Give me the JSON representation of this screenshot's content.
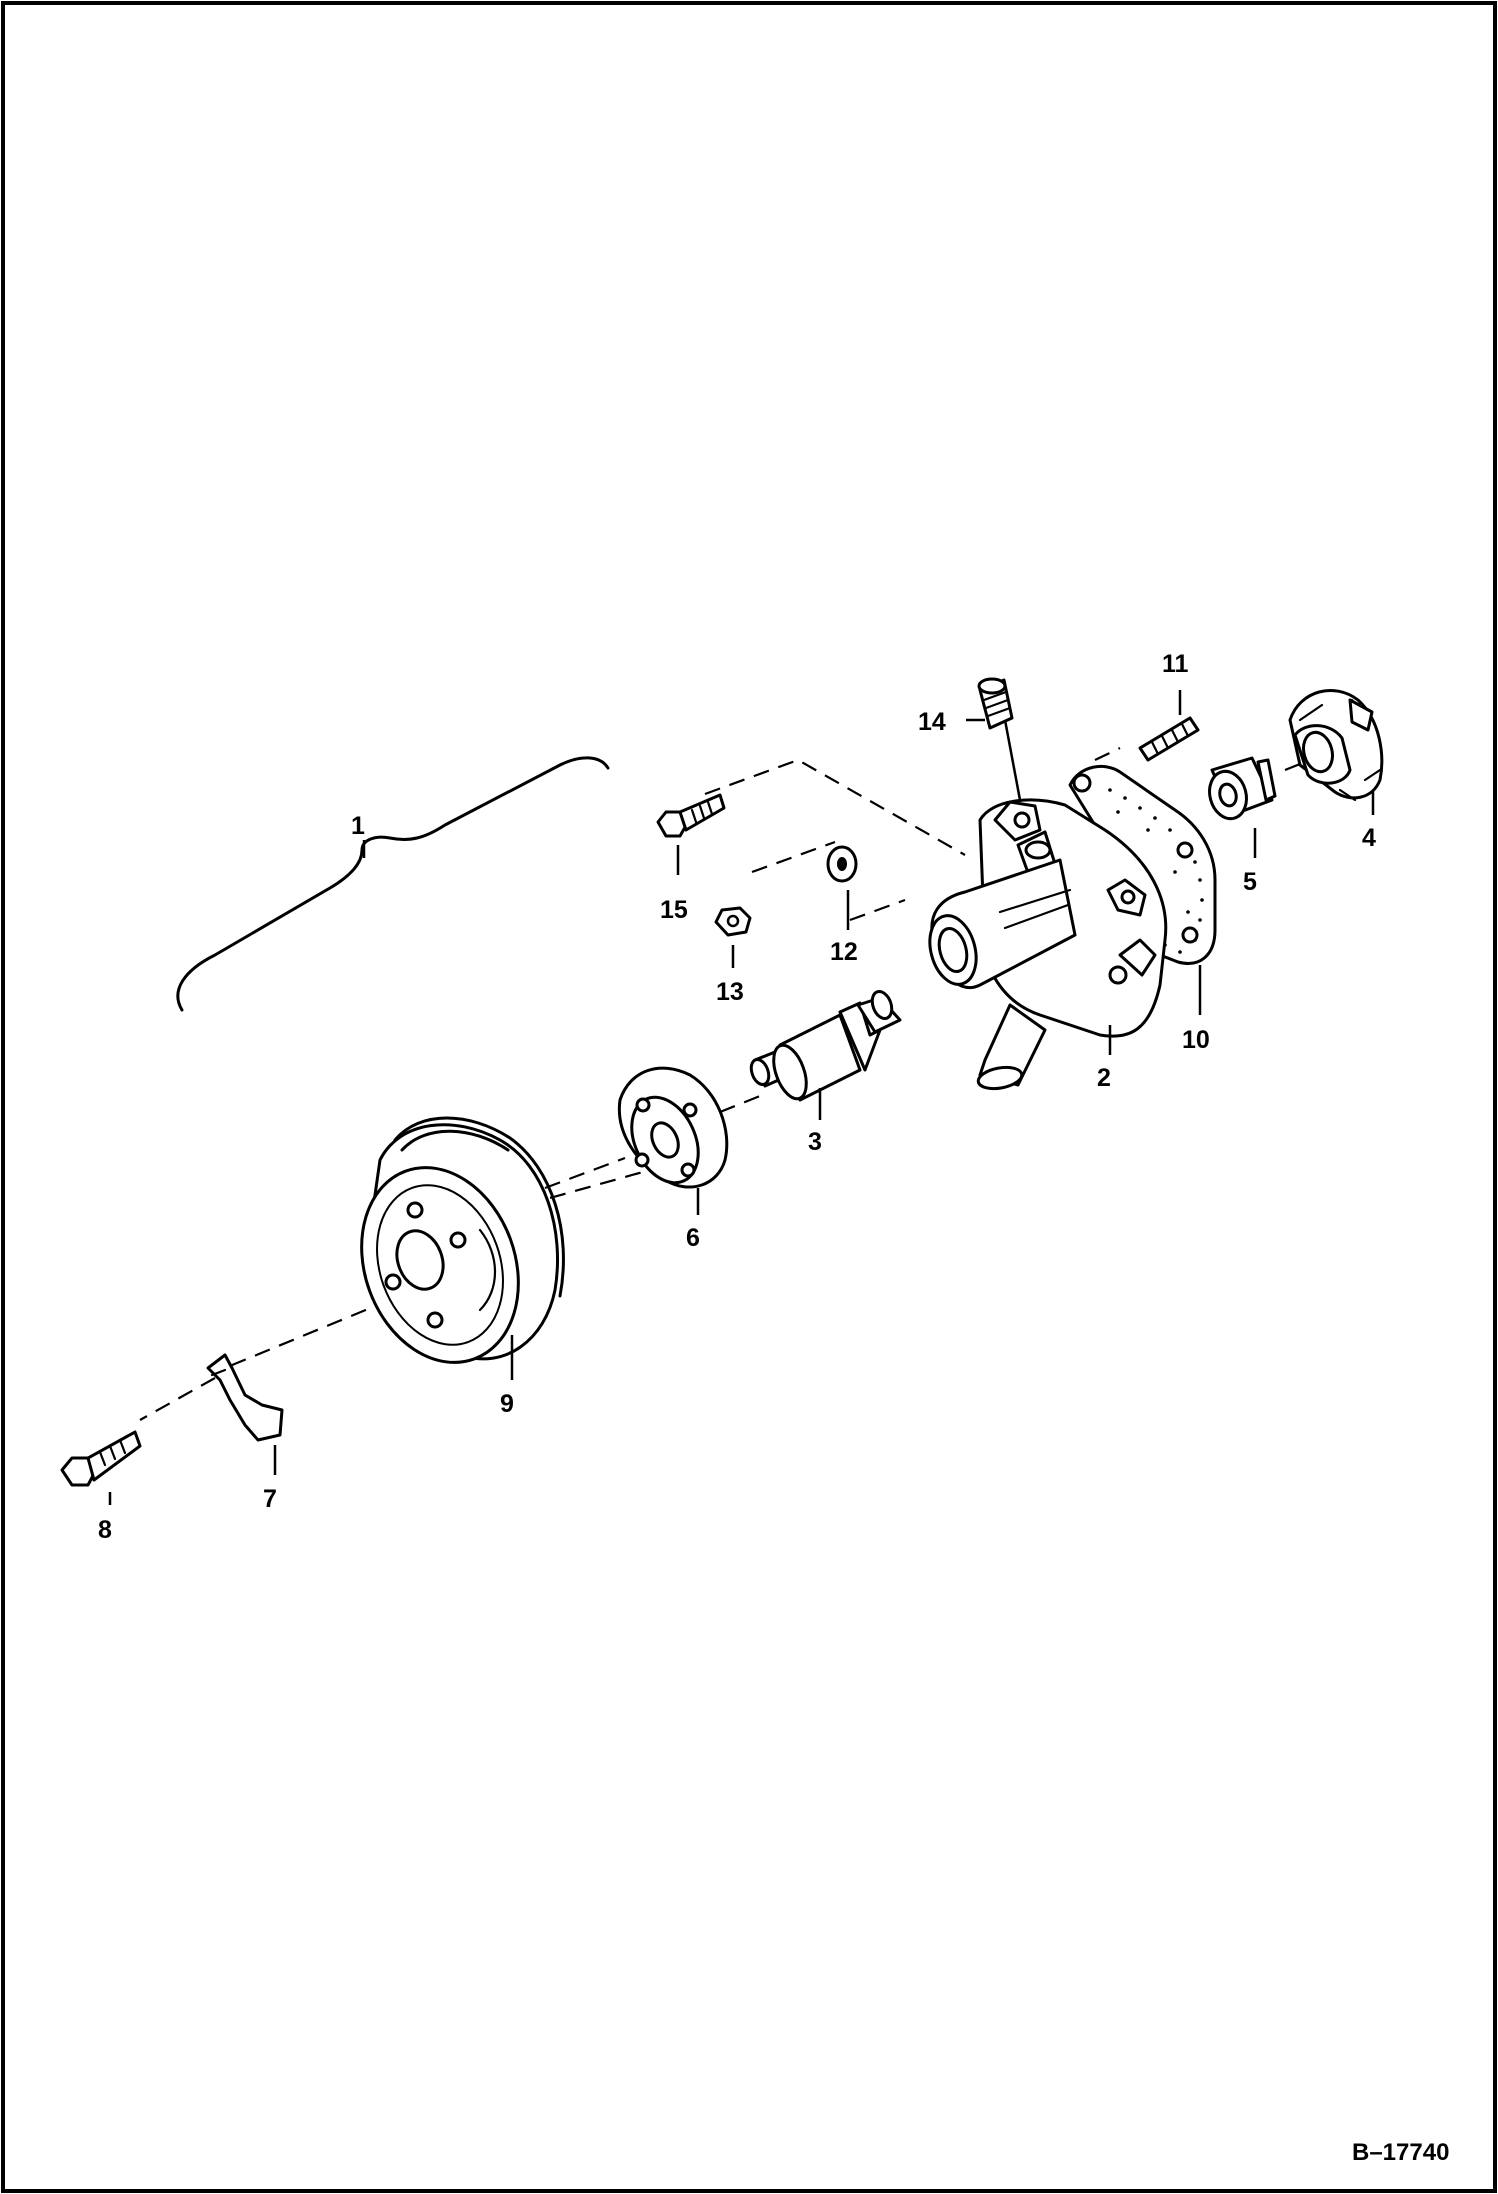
{
  "figure_id": "B–17740",
  "callouts": {
    "c1": "1",
    "c2": "2",
    "c3": "3",
    "c4": "4",
    "c5": "5",
    "c6": "6",
    "c7": "7",
    "c8": "8",
    "c9": "9",
    "c10": "10",
    "c11": "11",
    "c12": "12",
    "c13": "13",
    "c14": "14",
    "c15": "15"
  }
}
